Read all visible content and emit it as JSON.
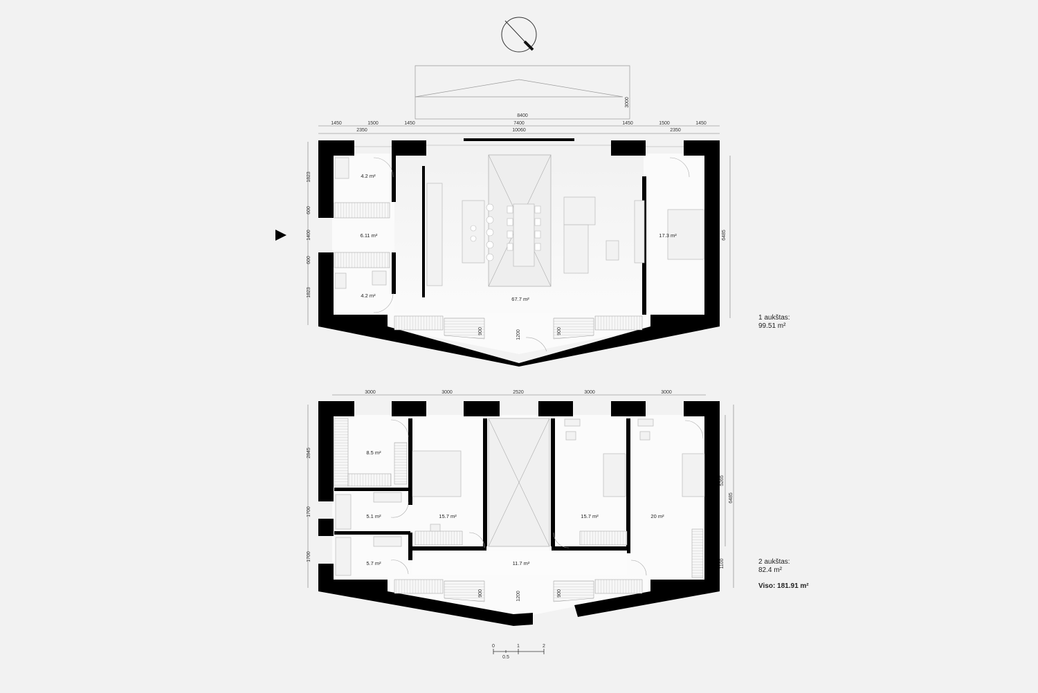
{
  "floor1": {
    "title": "1 aukštas:",
    "area": "99.51 m²",
    "top_dims_row1": [
      "1450",
      "1500",
      "1450",
      "7400",
      "1450",
      "1500",
      "1450"
    ],
    "top_dims_row2": [
      "2350",
      "10060",
      "2350"
    ],
    "overall_dim": "8400",
    "roof_height": "3000",
    "left_dims": [
      "1823",
      "600",
      "1400",
      "600",
      "1823"
    ],
    "right_dim": "6485",
    "stair_dims": [
      "900",
      "1200",
      "900"
    ],
    "rooms": {
      "wc_top": "4.2 m²",
      "hall": "6.11 m²",
      "wc_bottom": "4.2 m²",
      "living": "67.7 m²",
      "room_right": "17.3 m²"
    }
  },
  "floor2": {
    "title": "2 aukštas:",
    "area": "82.4 m²",
    "top_dims": [
      "3000",
      "3000",
      "2520",
      "3000",
      "3000"
    ],
    "left_dims": [
      "2845",
      "1700",
      "1700"
    ],
    "right_dims": [
      "5265",
      "6485",
      "1100"
    ],
    "stair_dims": [
      "900",
      "1200",
      "900"
    ],
    "rooms": {
      "wardrobe": "8.5 m²",
      "bath1": "5.1 m²",
      "bath2": "5.7 m²",
      "bedroom1": "15.7 m²",
      "bedroom2": "15.7 m²",
      "bedroom3": "20 m²",
      "corridor": "11.7 m²"
    }
  },
  "total": "Viso: 181.91 m²",
  "scale": [
    "0",
    "1",
    "2",
    "0.5"
  ]
}
